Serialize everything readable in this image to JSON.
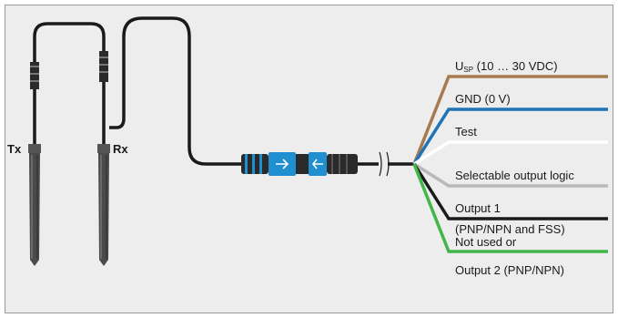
{
  "sensors": {
    "transmitter_label": "Tx",
    "receiver_label": "Rx"
  },
  "wires": [
    {
      "label": "U",
      "label_sub": "SP",
      "label_rest": " (10 … 30 VDC)",
      "color": "#a57b4f"
    },
    {
      "label": "GND (0 V)",
      "color": "#1f73b7"
    },
    {
      "label": "Test",
      "color": "#ffffff"
    },
    {
      "label": "Selectable output logic",
      "color": "#b9b9b9"
    },
    {
      "label": "Output 1",
      "label2": "(PNP/NPN and FSS)",
      "color": "#1a1a1a"
    },
    {
      "label": "Not used or",
      "label2": "Output 2 (PNP/NPN)",
      "color": "#41b649"
    }
  ],
  "colors": {
    "background": "#ededed",
    "cable": "#1a1a1a",
    "connector_accent": "#1f8fd0"
  }
}
